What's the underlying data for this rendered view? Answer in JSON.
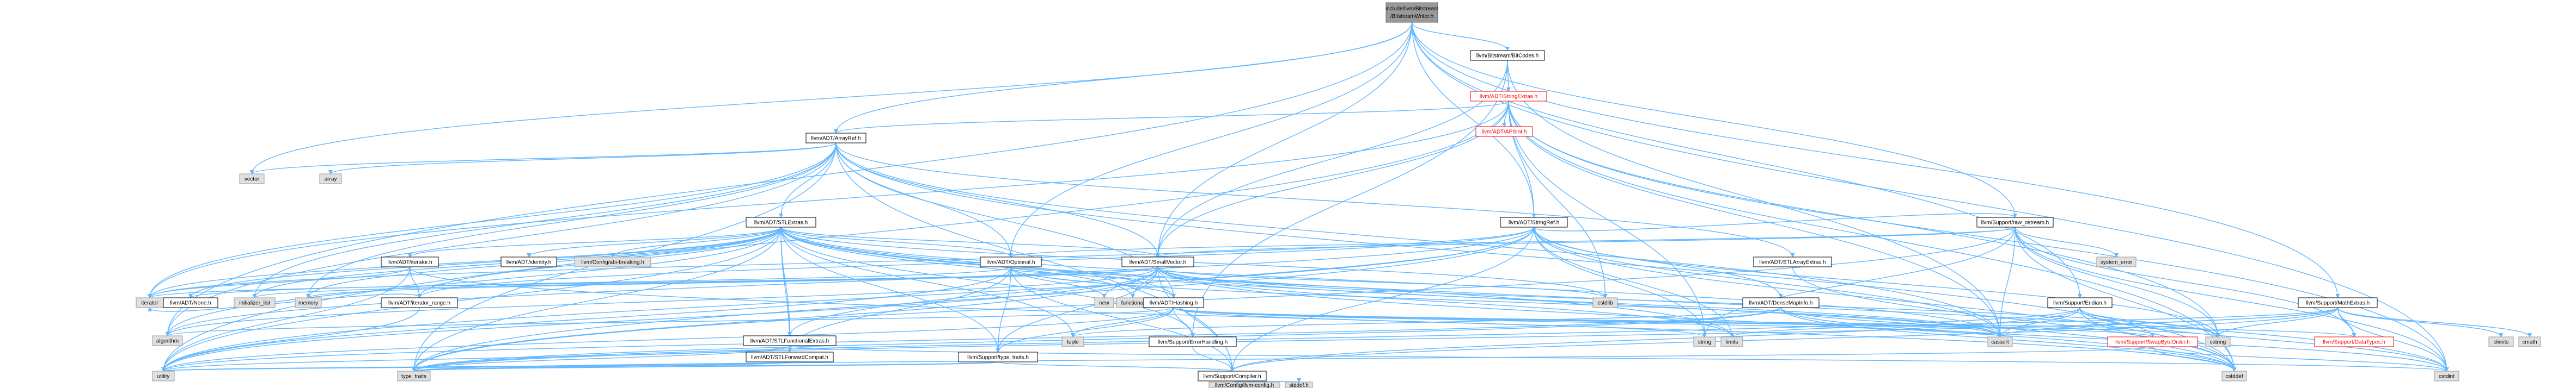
{
  "graph": {
    "nodes": [
      {
        "id": "root",
        "label": "include/llvm/Bitstream/BitstreamWriter.h",
        "label2": "/BitstreamWriter.h",
        "kind": "root"
      },
      {
        "id": "bitcodes",
        "label": "llvm/Bitstream/BitCodes.h",
        "kind": "normal"
      },
      {
        "id": "stringextras",
        "label": "llvm/ADT/StringExtras.h",
        "kind": "red"
      },
      {
        "id": "apsint",
        "label": "llvm/ADT/APSInt.h",
        "kind": "red"
      },
      {
        "id": "arrayref",
        "label": "llvm/ADT/ArrayRef.h",
        "kind": "normal"
      },
      {
        "id": "rawostream",
        "label": "llvm/Support/raw_ostream.h",
        "kind": "normal"
      },
      {
        "id": "vector",
        "label": "vector",
        "kind": "hidden"
      },
      {
        "id": "array",
        "label": "array",
        "kind": "hidden"
      },
      {
        "id": "stlextras",
        "label": "llvm/ADT/STLExtras.h",
        "kind": "normal"
      },
      {
        "id": "stringref",
        "label": "llvm/ADT/StringRef.h",
        "kind": "normal"
      },
      {
        "id": "stlarrayextras",
        "label": "llvm/ADT/STLArrayExtras.h",
        "kind": "normal"
      },
      {
        "id": "systemerror",
        "label": "system_error",
        "kind": "hidden"
      },
      {
        "id": "iterator_h",
        "label": "llvm/ADT/iterator.h",
        "kind": "normal"
      },
      {
        "id": "identity",
        "label": "llvm/ADT/identity.h",
        "kind": "normal"
      },
      {
        "id": "abibreaking",
        "label": "llvm/Config/abi-breaking.h",
        "kind": "hidden"
      },
      {
        "id": "optional",
        "label": "llvm/ADT/Optional.h",
        "kind": "normal"
      },
      {
        "id": "smallvector",
        "label": "llvm/ADT/SmallVector.h",
        "kind": "normal"
      },
      {
        "id": "densemapinfo",
        "label": "llvm/ADT/DenseMapInfo.h",
        "kind": "normal"
      },
      {
        "id": "iterator",
        "label": "iterator",
        "kind": "hidden"
      },
      {
        "id": "adtnone",
        "label": "llvm/ADT/None.h",
        "kind": "normal"
      },
      {
        "id": "initlist",
        "label": "initializer_list",
        "kind": "hidden"
      },
      {
        "id": "memory",
        "label": "memory",
        "kind": "hidden"
      },
      {
        "id": "iteratorrange",
        "label": "llvm/ADT/iterator_range.h",
        "kind": "normal"
      },
      {
        "id": "new",
        "label": "new",
        "kind": "hidden"
      },
      {
        "id": "functional",
        "label": "functional",
        "kind": "hidden"
      },
      {
        "id": "hashing",
        "label": "llvm/ADT/Hashing.h",
        "kind": "normal"
      },
      {
        "id": "cstdlib",
        "label": "cstdlib",
        "kind": "hidden"
      },
      {
        "id": "endian",
        "label": "llvm/Support/Endian.h",
        "kind": "normal"
      },
      {
        "id": "mathextras",
        "label": "llvm/Support/MathExtras.h",
        "kind": "normal"
      },
      {
        "id": "stlfunctional",
        "label": "llvm/ADT/STLFunctionalExtras.h",
        "kind": "normal"
      },
      {
        "id": "algorithm",
        "label": "algorithm",
        "kind": "hidden"
      },
      {
        "id": "stlforwardcompat",
        "label": "llvm/ADT/STLForwardCompat.h",
        "kind": "normal"
      },
      {
        "id": "typetraits_h",
        "label": "llvm/Support/type_traits.h",
        "kind": "normal"
      },
      {
        "id": "errorhandling",
        "label": "llvm/Support/ErrorHandling.h",
        "kind": "normal"
      },
      {
        "id": "tuple",
        "label": "tuple",
        "kind": "hidden"
      },
      {
        "id": "string",
        "label": "string",
        "kind": "hidden"
      },
      {
        "id": "limits",
        "label": "limits",
        "kind": "hidden"
      },
      {
        "id": "cassert",
        "label": "cassert",
        "kind": "hidden"
      },
      {
        "id": "swapbyteorder",
        "label": "llvm/Support/SwapByteOrder.h",
        "kind": "red"
      },
      {
        "id": "cstring",
        "label": "cstring",
        "kind": "hidden"
      },
      {
        "id": "datatypes",
        "label": "llvm/Support/DataTypes.h",
        "kind": "red"
      },
      {
        "id": "climits",
        "label": "climits",
        "kind": "hidden"
      },
      {
        "id": "cmath",
        "label": "cmath",
        "kind": "hidden"
      },
      {
        "id": "utility",
        "label": "utility",
        "kind": "hidden"
      },
      {
        "id": "typetraits",
        "label": "type_traits",
        "kind": "hidden"
      },
      {
        "id": "compiler",
        "label": "llvm/Support/Compiler.h",
        "kind": "normal"
      },
      {
        "id": "cstddef",
        "label": "cstddef",
        "kind": "hidden"
      },
      {
        "id": "cstdint",
        "label": "cstdint",
        "kind": "hidden"
      },
      {
        "id": "llvmconfig",
        "label": "llvm/Config/llvm-config.h",
        "kind": "hidden"
      },
      {
        "id": "stddef",
        "label": "stddef.h",
        "kind": "hidden"
      }
    ],
    "edges": [
      [
        "root",
        "bitcodes"
      ],
      [
        "root",
        "arrayref"
      ],
      [
        "root",
        "rawostream"
      ],
      [
        "root",
        "vector"
      ],
      [
        "root",
        "optional"
      ],
      [
        "root",
        "smallvector"
      ],
      [
        "root",
        "stringref"
      ],
      [
        "root",
        "endian"
      ],
      [
        "root",
        "mathextras"
      ],
      [
        "root",
        "algorithm"
      ],
      [
        "root",
        "cstdint"
      ],
      [
        "bitcodes",
        "stringextras"
      ],
      [
        "bitcodes",
        "smallvector"
      ],
      [
        "bitcodes",
        "errorhandling"
      ],
      [
        "bitcodes",
        "cassert"
      ],
      [
        "stringextras",
        "apsint"
      ],
      [
        "stringextras",
        "arrayref"
      ],
      [
        "stringextras",
        "smallvector"
      ],
      [
        "stringextras",
        "stringref"
      ],
      [
        "stringextras",
        "cassert"
      ],
      [
        "stringextras",
        "cstddef"
      ],
      [
        "stringextras",
        "cstdint"
      ],
      [
        "stringextras",
        "cstdlib"
      ],
      [
        "stringextras",
        "cstring"
      ],
      [
        "stringextras",
        "iterator"
      ],
      [
        "stringextras",
        "string"
      ],
      [
        "stringextras",
        "utility"
      ],
      [
        "arrayref",
        "stlextras"
      ],
      [
        "arrayref",
        "smallvector"
      ],
      [
        "arrayref",
        "compiler"
      ],
      [
        "arrayref",
        "algorithm"
      ],
      [
        "arrayref",
        "array"
      ],
      [
        "arrayref",
        "cassert"
      ],
      [
        "arrayref",
        "cstddef"
      ],
      [
        "arrayref",
        "initlist"
      ],
      [
        "arrayref",
        "iterator"
      ],
      [
        "arrayref",
        "memory"
      ],
      [
        "arrayref",
        "typetraits"
      ],
      [
        "arrayref",
        "vector"
      ],
      [
        "arrayref",
        "hashing"
      ],
      [
        "arrayref",
        "stlarrayextras"
      ],
      [
        "arrayref",
        "optional"
      ],
      [
        "rawostream",
        "smallvector"
      ],
      [
        "rawostream",
        "stringref"
      ],
      [
        "rawostream",
        "datatypes"
      ],
      [
        "rawostream",
        "cassert"
      ],
      [
        "rawostream",
        "cstddef"
      ],
      [
        "rawostream",
        "cstdint"
      ],
      [
        "rawostream",
        "cstring"
      ],
      [
        "rawostream",
        "string"
      ],
      [
        "rawostream",
        "systemerror"
      ],
      [
        "rawostream",
        "typetraits"
      ],
      [
        "rawostream",
        "optional"
      ],
      [
        "stlextras",
        "iterator_h"
      ],
      [
        "stlextras",
        "identity"
      ],
      [
        "stlextras",
        "abibreaking"
      ],
      [
        "stlextras",
        "optional"
      ],
      [
        "stlextras",
        "smallvector"
      ],
      [
        "stlextras",
        "stlforwardcompat"
      ],
      [
        "stlextras",
        "stlfunctional"
      ],
      [
        "stlextras",
        "iteratorrange"
      ],
      [
        "stlextras",
        "errorhandling"
      ],
      [
        "stlextras",
        "typetraits"
      ],
      [
        "stlextras",
        "algorithm"
      ],
      [
        "stlextras",
        "cassert"
      ],
      [
        "stlextras",
        "cstddef"
      ],
      [
        "stlextras",
        "cstdint"
      ],
      [
        "stlextras",
        "cstdlib"
      ],
      [
        "stlextras",
        "functional"
      ],
      [
        "stlextras",
        "initlist"
      ],
      [
        "stlextras",
        "iterator"
      ],
      [
        "stlextras",
        "limits"
      ],
      [
        "stlextras",
        "memory"
      ],
      [
        "stlextras",
        "tuple"
      ],
      [
        "stlextras",
        "utility"
      ],
      [
        "stlextras",
        "adtnone"
      ],
      [
        "stlextras",
        "hashing"
      ],
      [
        "stlextras",
        "typetraits_h"
      ],
      [
        "stringref",
        "densemapinfo"
      ],
      [
        "stringref",
        "stlfunctional"
      ],
      [
        "stringref",
        "iteratorrange"
      ],
      [
        "stringref",
        "compiler"
      ],
      [
        "stringref",
        "algorithm"
      ],
      [
        "stringref",
        "cassert"
      ],
      [
        "stringref",
        "cstddef"
      ],
      [
        "stringref",
        "cstring"
      ],
      [
        "stringref",
        "limits"
      ],
      [
        "stringref",
        "string"
      ],
      [
        "stringref",
        "typetraits"
      ],
      [
        "stringref",
        "utility"
      ],
      [
        "stringref",
        "iterator"
      ],
      [
        "stlarrayextras",
        "cstddef"
      ],
      [
        "iterator_h",
        "iteratorrange"
      ],
      [
        "iterator_h",
        "iterator"
      ],
      [
        "iterator_h",
        "utility"
      ],
      [
        "iterator_h",
        "cstddef"
      ],
      [
        "optional",
        "adtnone"
      ],
      [
        "optional",
        "stlforwardcompat"
      ],
      [
        "optional",
        "compiler"
      ],
      [
        "optional",
        "typetraits_h"
      ],
      [
        "optional",
        "cassert"
      ],
      [
        "optional",
        "new"
      ],
      [
        "optional",
        "utility"
      ],
      [
        "optional",
        "hashing"
      ],
      [
        "smallvector",
        "compiler"
      ],
      [
        "smallvector",
        "typetraits_h"
      ],
      [
        "smallvector",
        "algorithm"
      ],
      [
        "smallvector",
        "cassert"
      ],
      [
        "smallvector",
        "cstddef"
      ],
      [
        "smallvector",
        "cstdlib"
      ],
      [
        "smallvector",
        "cstring"
      ],
      [
        "smallvector",
        "functional"
      ],
      [
        "smallvector",
        "initlist"
      ],
      [
        "smallvector",
        "iterator"
      ],
      [
        "smallvector",
        "limits"
      ],
      [
        "smallvector",
        "memory"
      ],
      [
        "smallvector",
        "new"
      ],
      [
        "smallvector",
        "typetraits"
      ],
      [
        "smallvector",
        "utility"
      ],
      [
        "densemapinfo",
        "cassert"
      ],
      [
        "densemapinfo",
        "cstddef"
      ],
      [
        "densemapinfo",
        "cstdint"
      ],
      [
        "densemapinfo",
        "tuple"
      ],
      [
        "densemapinfo",
        "typetraits"
      ],
      [
        "densemapinfo",
        "utility"
      ],
      [
        "hashing",
        "errorhandling"
      ],
      [
        "hashing",
        "swapbyteorder"
      ],
      [
        "hashing",
        "typetraits_h"
      ],
      [
        "hashing",
        "algorithm"
      ],
      [
        "hashing",
        "cassert"
      ],
      [
        "hashing",
        "cstring"
      ],
      [
        "hashing",
        "string"
      ],
      [
        "hashing",
        "tuple"
      ],
      [
        "hashing",
        "utility"
      ],
      [
        "hashing",
        "datatypes"
      ],
      [
        "endian",
        "compiler"
      ],
      [
        "endian",
        "swapbyteorder"
      ],
      [
        "endian",
        "cassert"
      ],
      [
        "endian",
        "cstddef"
      ],
      [
        "endian",
        "cstdint"
      ],
      [
        "endian",
        "cstring"
      ],
      [
        "endian",
        "typetraits"
      ],
      [
        "mathextras",
        "compiler"
      ],
      [
        "mathextras",
        "cassert"
      ],
      [
        "mathextras",
        "climits"
      ],
      [
        "mathextras",
        "cmath"
      ],
      [
        "mathextras",
        "cstdint"
      ],
      [
        "mathextras",
        "cstring"
      ],
      [
        "mathextras",
        "limits"
      ],
      [
        "mathextras",
        "typetraits"
      ],
      [
        "mathextras",
        "datatypes"
      ],
      [
        "stlfunctional",
        "stlforwardcompat"
      ],
      [
        "stlfunctional",
        "typetraits"
      ],
      [
        "stlfunctional",
        "utility"
      ],
      [
        "stlfunctional",
        "cstdint"
      ],
      [
        "stlforwardcompat",
        "typetraits"
      ],
      [
        "stlforwardcompat",
        "utility"
      ],
      [
        "typetraits_h",
        "compiler"
      ],
      [
        "typetraits_h",
        "typetraits"
      ],
      [
        "typetraits_h",
        "utility"
      ],
      [
        "errorhandling",
        "compiler"
      ],
      [
        "swapbyteorder",
        "cstddef"
      ],
      [
        "swapbyteorder",
        "cstdint"
      ],
      [
        "swapbyteorder",
        "typetraits"
      ],
      [
        "compiler",
        "llvmconfig"
      ],
      [
        "compiler",
        "stddef"
      ],
      [
        "iteratorrange",
        "utility"
      ],
      [
        "iteratorrange",
        "iterator"
      ]
    ]
  }
}
